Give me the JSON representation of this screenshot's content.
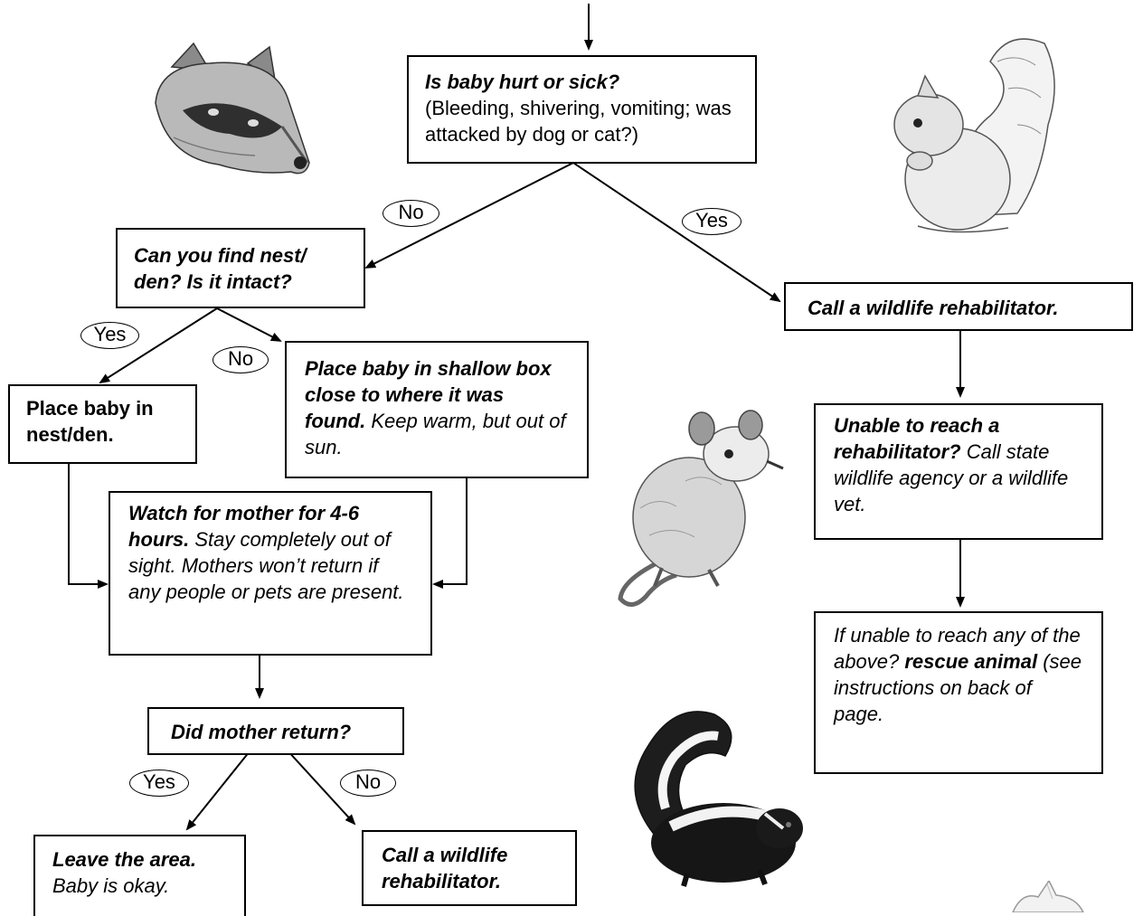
{
  "nodes": {
    "hurt": {
      "title": "Is baby hurt or sick?",
      "detail": "(Bleeding, shivering, vomiting; was attacked by dog or cat?)"
    },
    "nest": {
      "title": "Can you find nest/ den? Is it intact?"
    },
    "place_nest": {
      "title": "Place baby in nest/den."
    },
    "shallow_box": {
      "title": "Place baby in shallow box close to where it was found.",
      "detail": "Keep warm, but out of sun."
    },
    "watch": {
      "title": "Watch for mother for 4-6 hours.",
      "detail": "Stay completely out of sight. Mothers won’t return if any people or pets are present."
    },
    "mother_return": {
      "title": "Did mother return?"
    },
    "leave": {
      "title": "Leave the area.",
      "detail": "Baby is okay."
    },
    "call_left": {
      "title": "Call a wildlife rehabilitator."
    },
    "call_right": {
      "title": "Call a wildlife rehabilitator."
    },
    "unable": {
      "title": "Unable to reach a rehabilitator?",
      "detail": "Call state wildlife agency or a wildlife vet."
    },
    "rescue": {
      "detail_pre": "If unable to reach any of the above?",
      "title": "rescue animal",
      "detail_post": "(see instructions on back of page."
    }
  },
  "labels": {
    "no_1": "No",
    "yes_1": "Yes",
    "yes_2": "Yes",
    "no_2": "No",
    "yes_3": "Yes",
    "no_3": "No"
  },
  "illustrations": [
    "raccoon",
    "squirrel",
    "opossum",
    "skunk",
    "rabbit"
  ]
}
